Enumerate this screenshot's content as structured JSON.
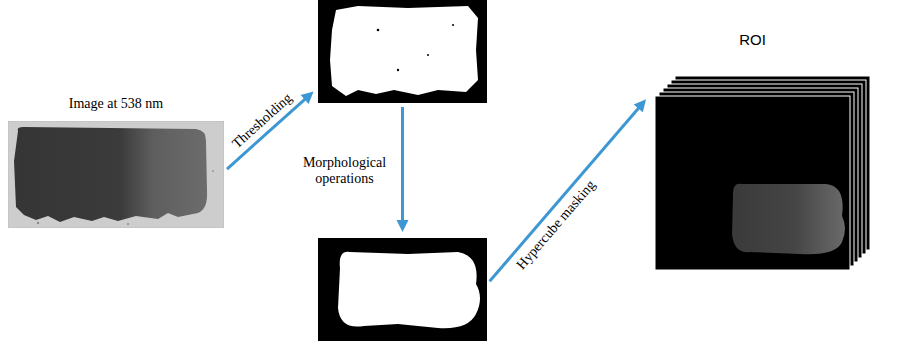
{
  "diagram": {
    "nodes": [
      {
        "text": [
          "Image at 538 nm"
        ]
      },
      {
        "text": []
      },
      {
        "text": []
      },
      {
        "text": [
          "ROI"
        ]
      }
    ],
    "edges": [
      {
        "from": 0,
        "to": 1,
        "label": "Thresholding",
        "arrow": "to"
      },
      {
        "from": 1,
        "to": 2,
        "label": "Morphological operations",
        "arrow": "to"
      },
      {
        "from": 2,
        "to": 3,
        "label": "Hypercube masking",
        "arrow": "to"
      }
    ]
  }
}
